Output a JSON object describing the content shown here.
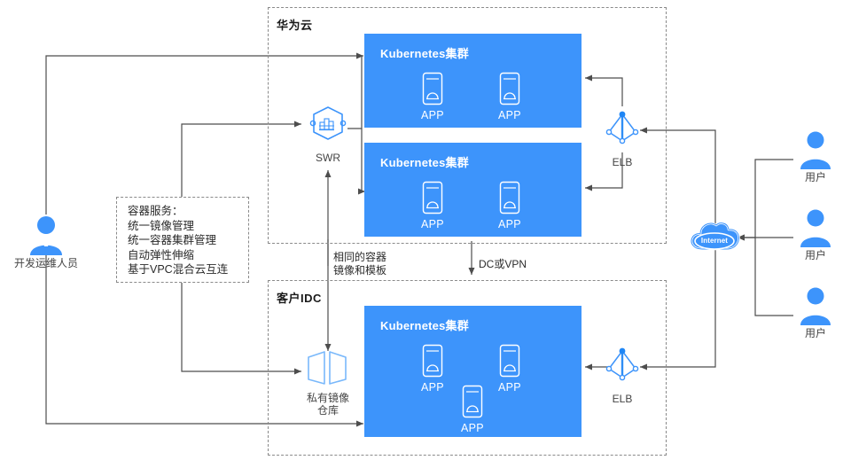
{
  "diagram": {
    "title": "Huawei Cloud hybrid container architecture",
    "colors": {
      "cloud_blue": "#3d94fb",
      "icon_blue": "#3d94fb",
      "line_gray": "#4d4d4d",
      "dash_gray": "#8a8a8a",
      "text_dark": "#2b2b2b",
      "white": "#ffffff"
    }
  },
  "zones": [
    {
      "id": "huawei-cloud",
      "label": "华为云"
    },
    {
      "id": "customer-idc",
      "label": "客户IDC"
    }
  ],
  "clusters": [
    {
      "id": "cloud-cluster-1",
      "title": "Kubernetes集群",
      "apps": [
        {
          "label": "APP"
        },
        {
          "label": "APP"
        }
      ]
    },
    {
      "id": "cloud-cluster-2",
      "title": "Kubernetes集群",
      "apps": [
        {
          "label": "APP"
        },
        {
          "label": "APP"
        }
      ]
    },
    {
      "id": "idc-cluster-1",
      "title": "Kubernetes集群",
      "apps": [
        {
          "label": "APP"
        },
        {
          "label": "APP"
        },
        {
          "label": "APP"
        }
      ]
    }
  ],
  "nodes": {
    "swr": {
      "label": "SWR",
      "icon": "swr-hexagon-icon"
    },
    "elb_cloud": {
      "label": "ELB",
      "icon": "elb-icon"
    },
    "elb_idc": {
      "label": "ELB",
      "icon": "elb-icon"
    },
    "private_registry": {
      "label_line1": "私有镜像",
      "label_line2": "仓库",
      "icon": "private-image-repository-icon"
    },
    "devops": {
      "label": "开发运维人员",
      "icon": "user-person-icon"
    },
    "internet": {
      "label": "Internet",
      "icon": "internet-cloud-icon"
    },
    "users": [
      {
        "label": "用户",
        "icon": "user-person-icon"
      },
      {
        "label": "用户",
        "icon": "user-person-icon"
      },
      {
        "label": "用户",
        "icon": "user-person-icon"
      }
    ]
  },
  "note": {
    "id": "container-service-note",
    "lines": [
      "容器服务：",
      "统一镜像管理",
      "统一容器集群管理",
      "自动弹性伸缩",
      "基于VPC混合云互连"
    ]
  },
  "edge_labels": {
    "same_image": {
      "line1": "相同的容器",
      "line2": "镜像和模板"
    },
    "dc_or_vpn": "DC或VPN"
  }
}
